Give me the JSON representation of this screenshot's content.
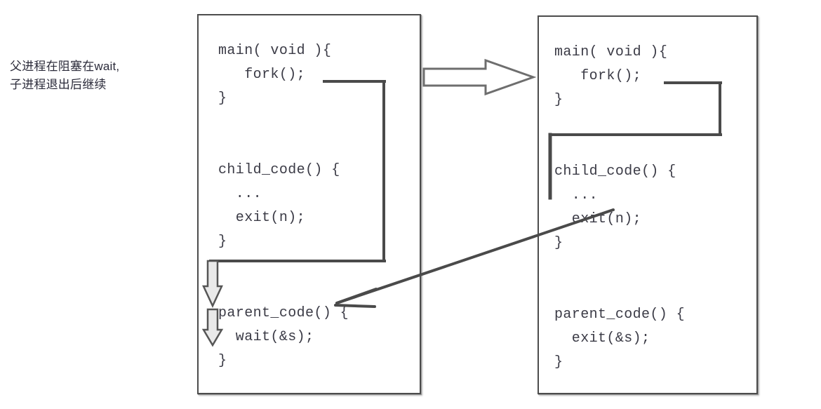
{
  "annotation": {
    "line1": "父进程在阻塞在wait,",
    "line2": "子进程退出后继续"
  },
  "left_box": {
    "title": "parent-process-code",
    "code": "main( void ){\n   fork();\n}\n\n\nchild_code() {\n  ...\n  exit(n);\n}\n\n\nparent_code() {\n  wait(&s);\n}"
  },
  "right_box": {
    "title": "child-process-code",
    "code": "main( void ){\n   fork();\n}\n\n\nchild_code() {\n  ...\n  exit(n);\n}\n\n\nparent_code() {\n  exit(&s);\n}"
  },
  "icons": {
    "fork_arrow": "block-arrow-right",
    "wait_arrow": "arrow-left-thin",
    "blocked_arrow_1": "block-arrow-down",
    "blocked_arrow_2": "block-arrow-down",
    "exit_signal_arrow": "diagonal-arrow-left"
  },
  "colors": {
    "text": "#3b3b46",
    "annotation_text": "#2b2b3a",
    "border": "#4c4c4c",
    "connector": "#4a4a4a",
    "background": "#ffffff"
  }
}
